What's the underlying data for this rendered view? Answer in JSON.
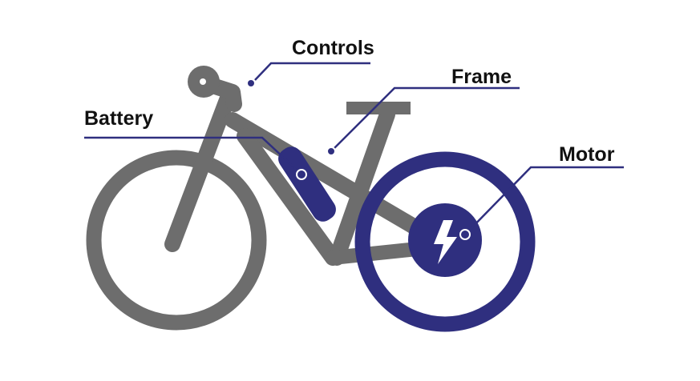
{
  "labels": {
    "controls": "Controls",
    "frame": "Frame",
    "battery": "Battery",
    "motor": "Motor"
  },
  "colors": {
    "frame_gray": "#6d6d6d",
    "accent_blue": "#2f2f7f",
    "text": "#111111"
  }
}
